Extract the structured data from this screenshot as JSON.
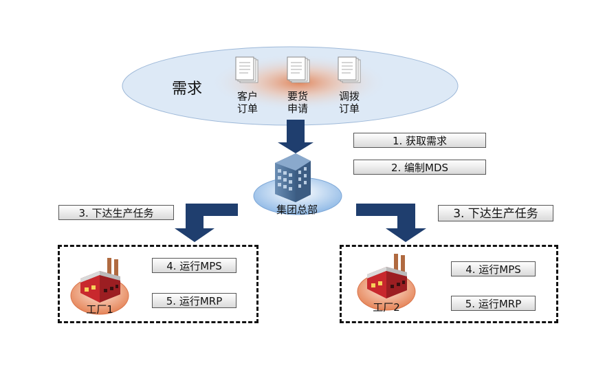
{
  "demand": {
    "title": "需求",
    "items": [
      {
        "line1": "客户",
        "line2": "订单"
      },
      {
        "line1": "要货",
        "line2": "申请"
      },
      {
        "line1": "调拨",
        "line2": "订单"
      }
    ]
  },
  "hq": {
    "label": "集团总部"
  },
  "steps": {
    "get_demand": "1. 获取需求",
    "compile_mds": "2. 编制MDS",
    "dispatch_left": "3. 下达生产任务",
    "dispatch_right": "3. 下达生产任务"
  },
  "factories": [
    {
      "label": "工厂1",
      "mps": "4. 运行MPS",
      "mrp": "5. 运行MRP"
    },
    {
      "label": "工厂2",
      "mps": "4. 运行MPS",
      "mrp": "5. 运行MRP"
    }
  ],
  "colors": {
    "arrow": "#1f3e6e",
    "ellipse_fill": "#dde9f6",
    "factory_red": "#c8282d"
  }
}
